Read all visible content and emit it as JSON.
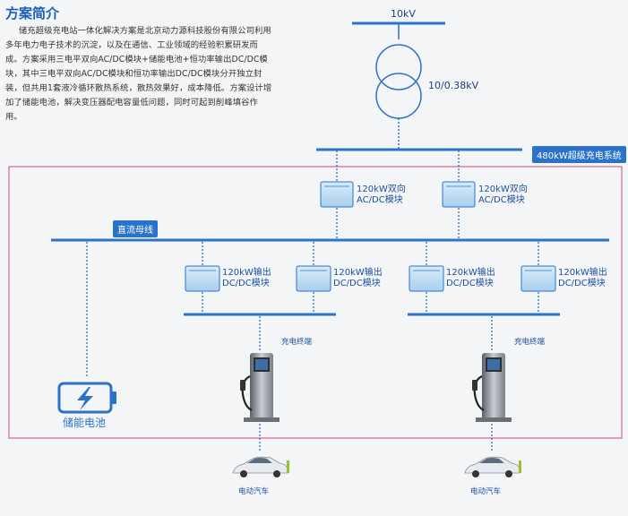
{
  "intro": {
    "title": "方案简介",
    "text": "储充超级充电站一体化解决方案是北京动力源科技股份有限公司利用多年电力电子技术的沉淀，以及在通信、工业领域的经验积累研发而成。方案采用三电平双向AC/DC模块+储能电池+恒功率输出DC/DC模块，其中三电平双向AC/DC模块和恒功率输出DC/DC模块分开独立封装，但共用1套液冷循环散热系统，散热效果好，成本降低。方案设计增加了储能电池，解决变压器配电容量低问题，同时可起到削峰填谷作用。"
  },
  "diagram": {
    "grid_voltage": "10kV",
    "transformer_ratio": "10/0.38kV",
    "system_label": "480kW超级充电系统",
    "dc_bus_label": "直流母线",
    "ac_dc_modules": [
      {
        "line1": "120kW双向",
        "line2": "AC/DC模块"
      },
      {
        "line1": "120kW双向",
        "line2": "AC/DC模块"
      }
    ],
    "dc_dc_modules": [
      {
        "line1": "120kW输出",
        "line2": "DC/DC模块"
      },
      {
        "line1": "120kW输出",
        "line2": "DC/DC模块"
      },
      {
        "line1": "120kW输出",
        "line2": "DC/DC模块"
      },
      {
        "line1": "120kW输出",
        "line2": "DC/DC模块"
      }
    ],
    "terminals": [
      {
        "label": "充电终端",
        "car_label": "电动汽车"
      },
      {
        "label": "充电终端",
        "car_label": "电动汽车"
      }
    ],
    "battery_label": "储能电池",
    "colors": {
      "line": "#2b72c9",
      "frame": "#d6629a",
      "module": "#bcdcf3"
    }
  }
}
